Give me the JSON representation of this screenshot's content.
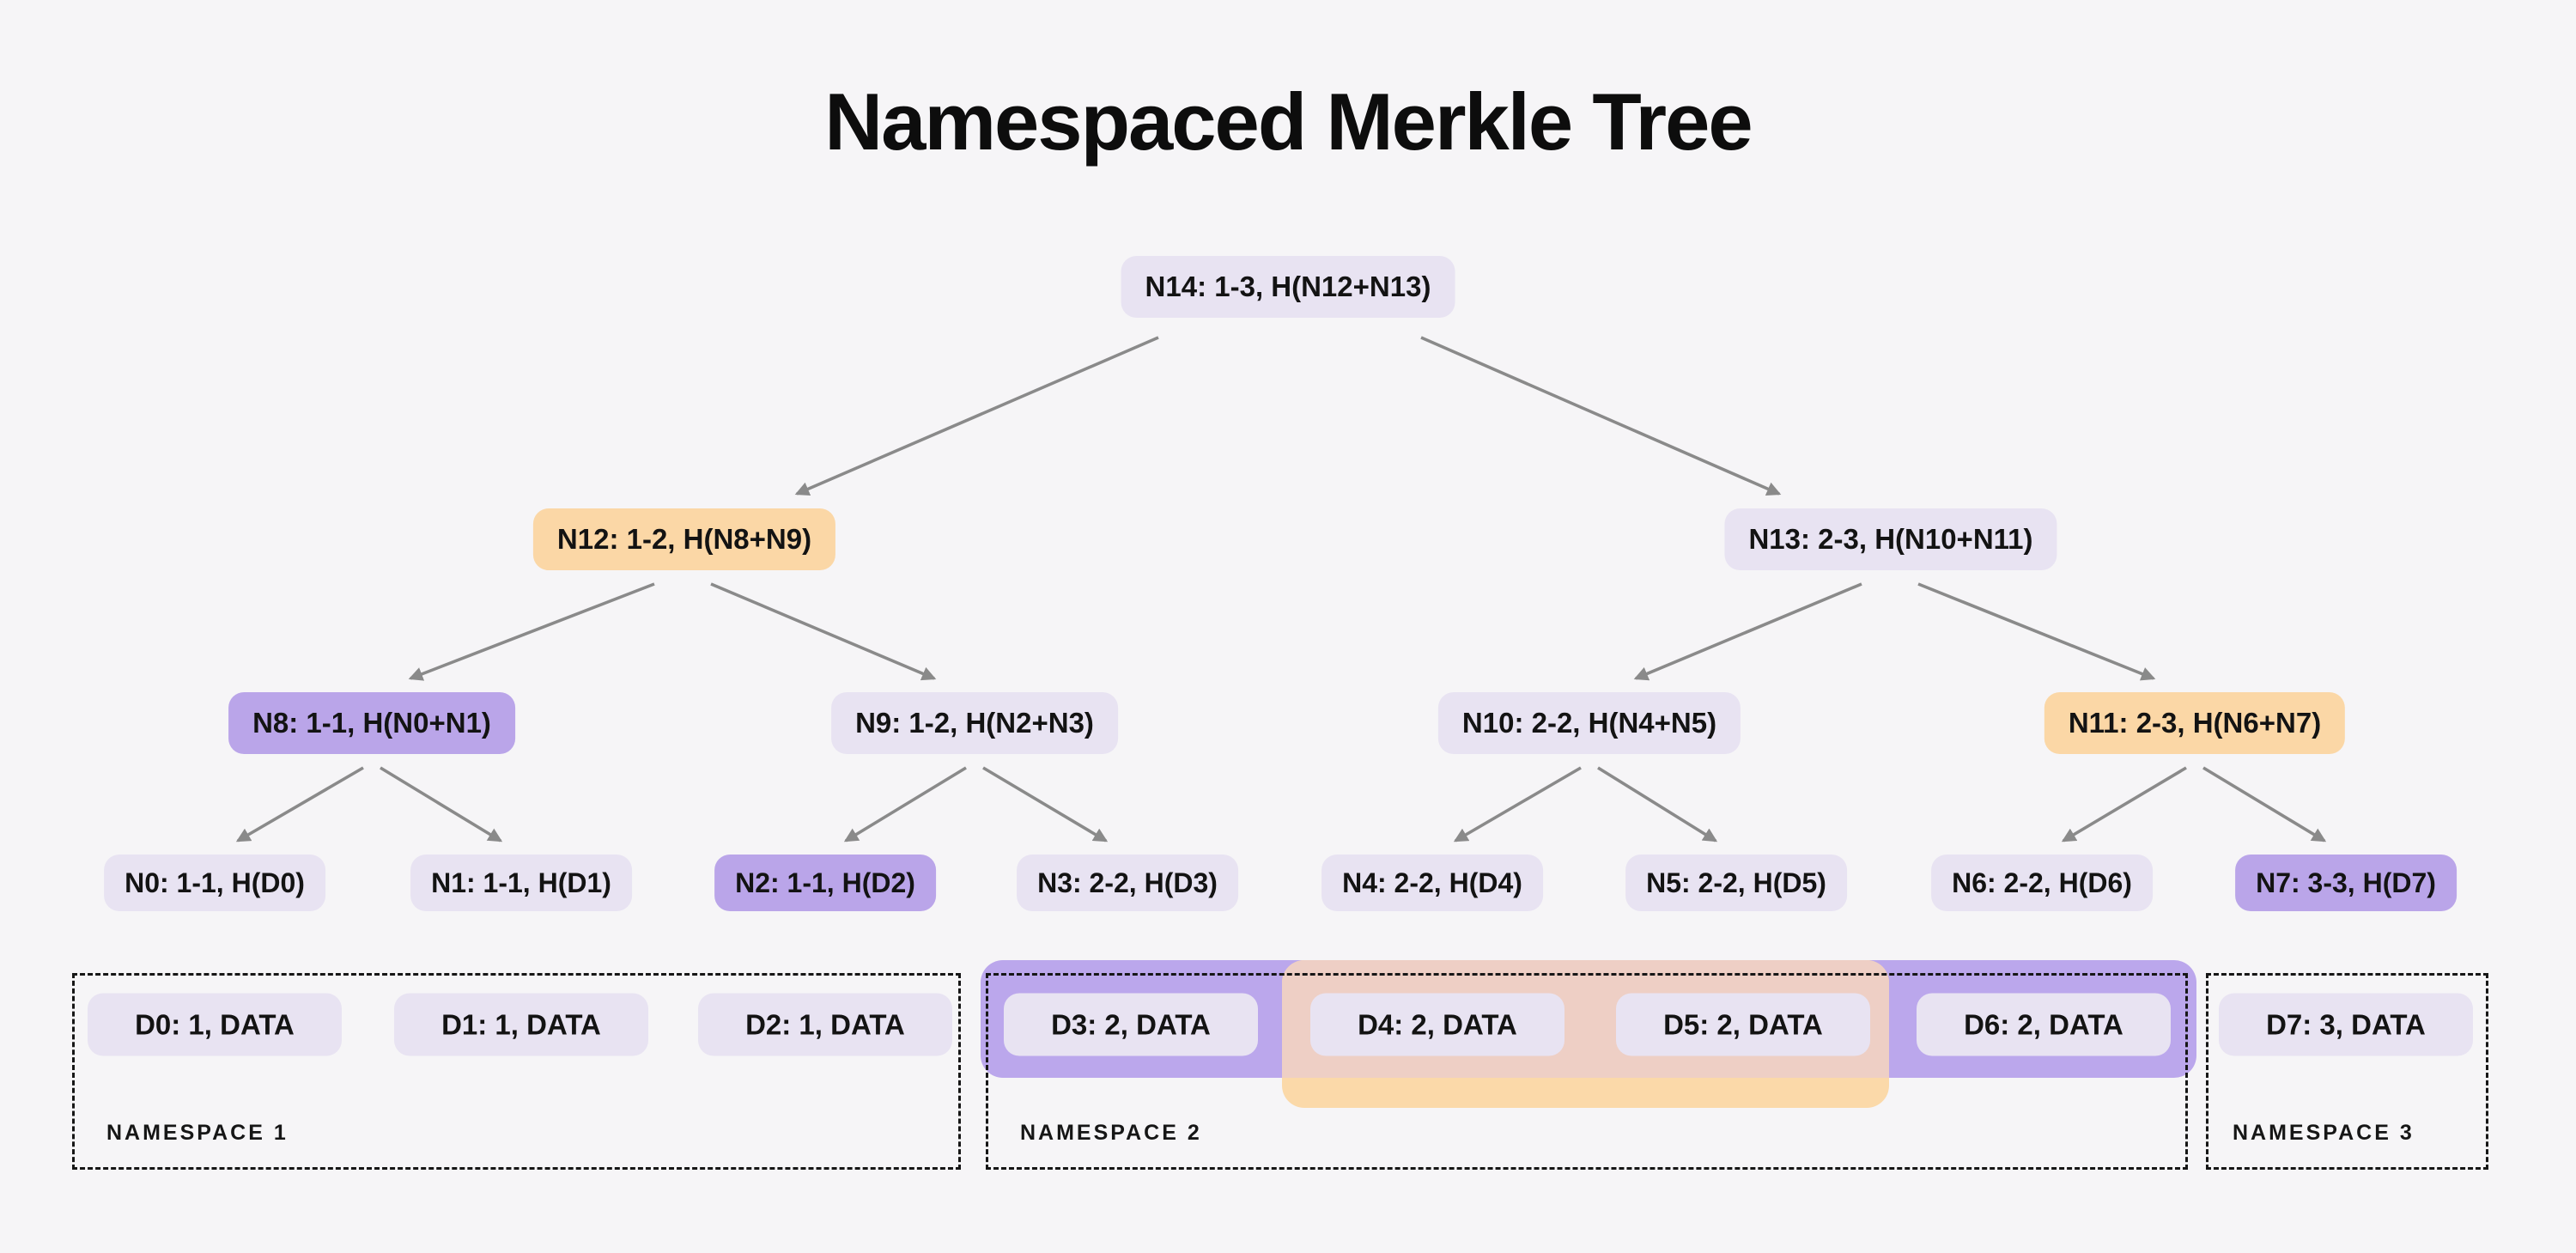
{
  "title": "Namespaced Merkle Tree",
  "colors": {
    "background": "#f6f5f7",
    "lavender_node": "#e8e3f2",
    "purple_node": "#baa5e9",
    "orange_node": "#fbd7a6",
    "purple_band": "#bba7ec",
    "orange_band": "#fbd9a9",
    "band_overlap": "#eecfc5",
    "arrow": "#8a8a8a",
    "text": "#131313",
    "dashed_border": "#161616"
  },
  "tree": {
    "nodes": [
      {
        "id": "N14",
        "label": "N14: 1-3, H(N12+N13)",
        "variant": "lavender"
      },
      {
        "id": "N12",
        "label": "N12: 1-2, H(N8+N9)",
        "variant": "orange"
      },
      {
        "id": "N13",
        "label": "N13: 2-3, H(N10+N11)",
        "variant": "lavender"
      },
      {
        "id": "N8",
        "label": "N8: 1-1, H(N0+N1)",
        "variant": "purple"
      },
      {
        "id": "N9",
        "label": "N9: 1-2, H(N2+N3)",
        "variant": "lavender"
      },
      {
        "id": "N10",
        "label": "N10: 2-2, H(N4+N5)",
        "variant": "lavender"
      },
      {
        "id": "N11",
        "label": "N11: 2-3, H(N6+N7)",
        "variant": "orange"
      },
      {
        "id": "N0",
        "label": "N0: 1-1, H(D0)",
        "variant": "lavender"
      },
      {
        "id": "N1",
        "label": "N1: 1-1, H(D1)",
        "variant": "lavender"
      },
      {
        "id": "N2",
        "label": "N2: 1-1, H(D2)",
        "variant": "purple"
      },
      {
        "id": "N3",
        "label": "N3: 2-2, H(D3)",
        "variant": "lavender"
      },
      {
        "id": "N4",
        "label": "N4: 2-2, H(D4)",
        "variant": "lavender"
      },
      {
        "id": "N5",
        "label": "N5: 2-2, H(D5)",
        "variant": "lavender"
      },
      {
        "id": "N6",
        "label": "N6: 2-2, H(D6)",
        "variant": "lavender"
      },
      {
        "id": "N7",
        "label": "N7: 3-3, H(D7)",
        "variant": "purple"
      }
    ],
    "edges": [
      "N14-N12",
      "N14-N13",
      "N12-N8",
      "N12-N9",
      "N13-N10",
      "N13-N11",
      "N8-N0",
      "N8-N1",
      "N9-N2",
      "N9-N3",
      "N10-N4",
      "N10-N5",
      "N11-N6",
      "N11-N7"
    ]
  },
  "data_blocks": [
    {
      "id": "D0",
      "label": "D0: 1, DATA"
    },
    {
      "id": "D1",
      "label": "D1: 1, DATA"
    },
    {
      "id": "D2",
      "label": "D2: 1, DATA"
    },
    {
      "id": "D3",
      "label": "D3: 2, DATA"
    },
    {
      "id": "D4",
      "label": "D4: 2, DATA"
    },
    {
      "id": "D5",
      "label": "D5: 2, DATA"
    },
    {
      "id": "D6",
      "label": "D6: 2, DATA"
    },
    {
      "id": "D7",
      "label": "D7: 3, DATA"
    }
  ],
  "namespaces": [
    {
      "label": "NAMESPACE 1"
    },
    {
      "label": "NAMESPACE 2"
    },
    {
      "label": "NAMESPACE 3"
    }
  ]
}
